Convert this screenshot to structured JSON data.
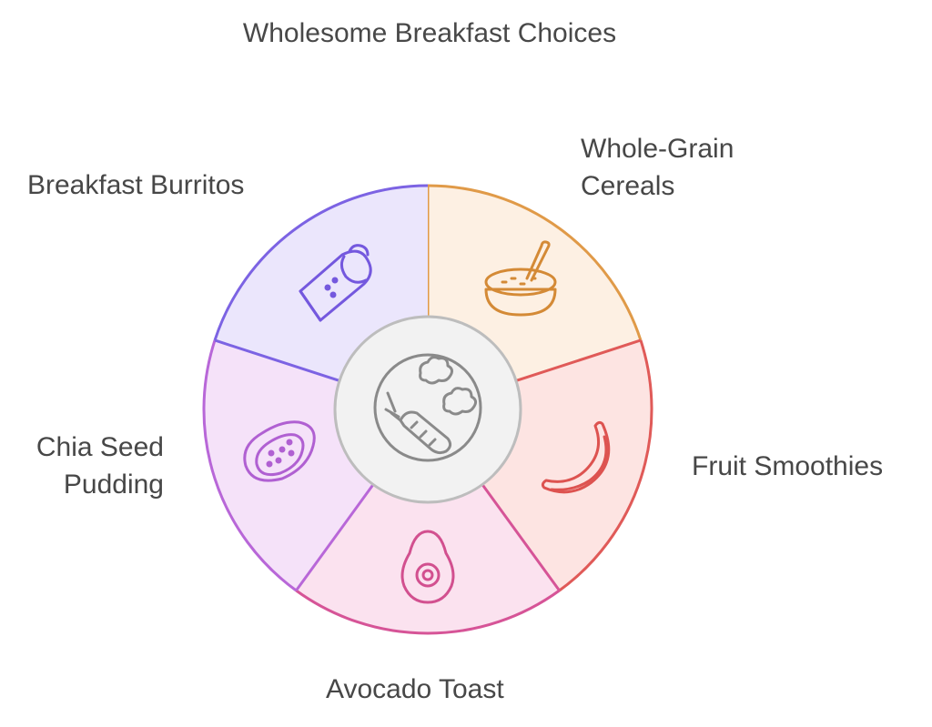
{
  "title": "Wholesome Breakfast Choices",
  "segments": [
    {
      "label_lines": [
        "Whole-Grain",
        "Cereals"
      ],
      "icon": "bowl-with-spoon-icon",
      "fill": "#fdf0e3",
      "stroke": "#e09a48"
    },
    {
      "label_lines": [
        "Fruit Smoothies"
      ],
      "icon": "banana-icon",
      "fill": "#fde4e2",
      "stroke": "#e05a58"
    },
    {
      "label_lines": [
        "Avocado Toast"
      ],
      "icon": "avocado-icon",
      "fill": "#fbe2ef",
      "stroke": "#d65497"
    },
    {
      "label_lines": [
        "Chia Seed",
        "Pudding"
      ],
      "icon": "chia-pudding-icon",
      "fill": "#f5e2f9",
      "stroke": "#b867d8"
    },
    {
      "label_lines": [
        "Breakfast Burritos"
      ],
      "icon": "burrito-icon",
      "fill": "#ebe6fc",
      "stroke": "#7c63e3"
    }
  ],
  "center": {
    "icon": "plate-with-carrot-and-broccoli-icon",
    "fill": "#f2f2f2",
    "stroke": "#bdbdbd"
  }
}
